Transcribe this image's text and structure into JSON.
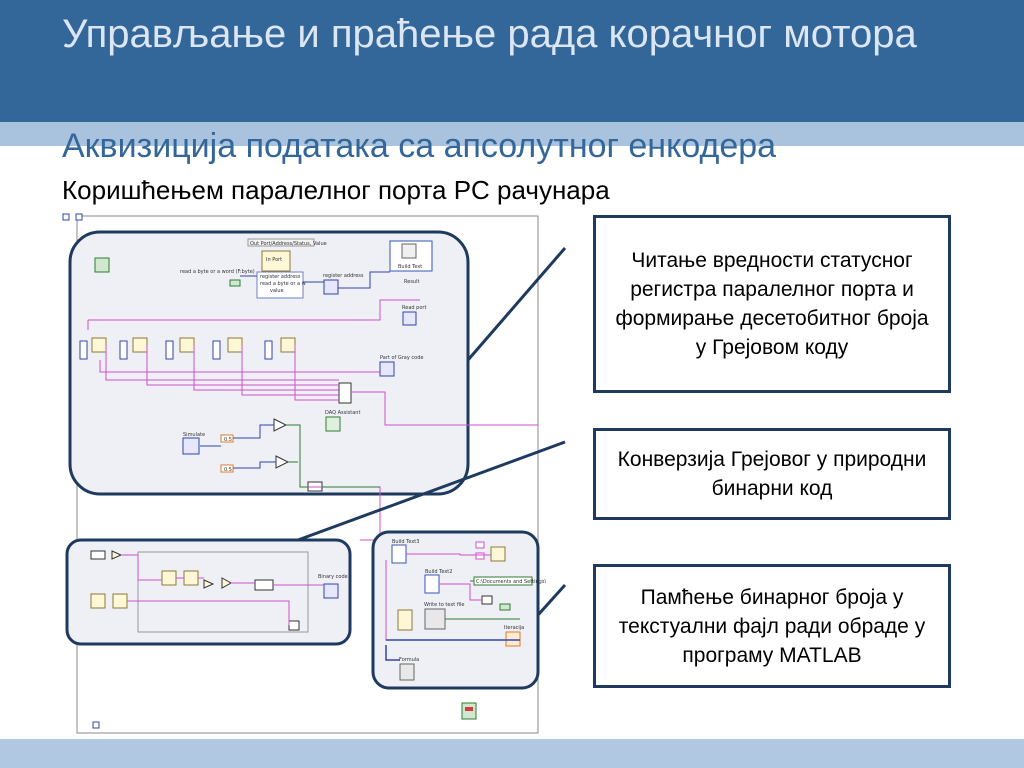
{
  "slide": {
    "title": "Управљање и праћење рада корачног мотора",
    "subtitle": "Аквизиција података са апсолутног енкодера",
    "subtitle2": "Коришћењем паралелног порта PC рачунара"
  },
  "callouts": [
    {
      "text": "Читање вредности статусног регистра паралелног порта и формирање десетобитног броја у Грејовом коду"
    },
    {
      "text": "Конверзија Грејовог у природни бинарни код"
    },
    {
      "text": "Памћење бинарног броја у текстуални фајл ради обраде у програму MATLAB"
    }
  ],
  "diagram": {
    "labels": {
      "out_port": "Out Port/Address/Status, Value",
      "read_word": "read a byte or a word (F:byte)",
      "in_port": "In Port",
      "register_address": "register address",
      "read_byte": "read a byte or a w",
      "value": "value",
      "register_address2": "register address",
      "build_text": "Build Text",
      "result": "Result",
      "read_port": "Read port",
      "part_gray": "Part of Gray code",
      "daq_assistant": "DAQ Assistant",
      "simulate": "Simulate",
      "const_05a": "0.5",
      "const_05b": "0.5",
      "binary_code": "Binary code",
      "build_text3": "Build Text3",
      "build_text2": "Build Text2",
      "file_path": "C:\\Documents and Settings\\",
      "write_file": "Write to text file",
      "formula": "Formula",
      "iteracija": "Iteracija",
      "stop": "STOP"
    }
  }
}
